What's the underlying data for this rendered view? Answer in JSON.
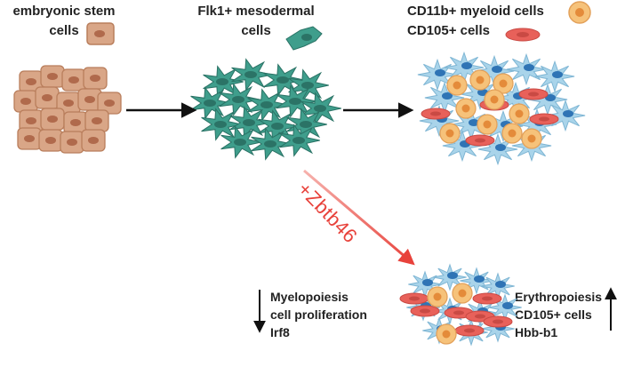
{
  "labels": {
    "esc": "embryonic stem\ncells",
    "flk": "Flk1+ mesodermal\ncells",
    "cd11b": "CD11b+ myeloid cells",
    "cd105": "CD105+ cells",
    "zbtb": "+Zbtb46"
  },
  "effects": {
    "down": [
      "Myelopoiesis",
      "cell proliferation",
      "Irf8"
    ],
    "up": [
      "Erythropoiesis",
      "CD105+ cells",
      "Hbb-b1"
    ]
  },
  "colors": {
    "esc_fill": "#d9a687",
    "esc_stroke": "#b97e5c",
    "esc_nucleus": "#b06a4c",
    "flk": "#3f9e8c",
    "flk_dark": "#2b7366",
    "stroma": "#a9d4ea",
    "stroma_nucleus": "#2f74b5",
    "myeloid": "#f6c27a",
    "myeloid_nucleus": "#e48b3a",
    "cd105": "#e8615a",
    "zbtb_arrow": "#e8423b"
  }
}
